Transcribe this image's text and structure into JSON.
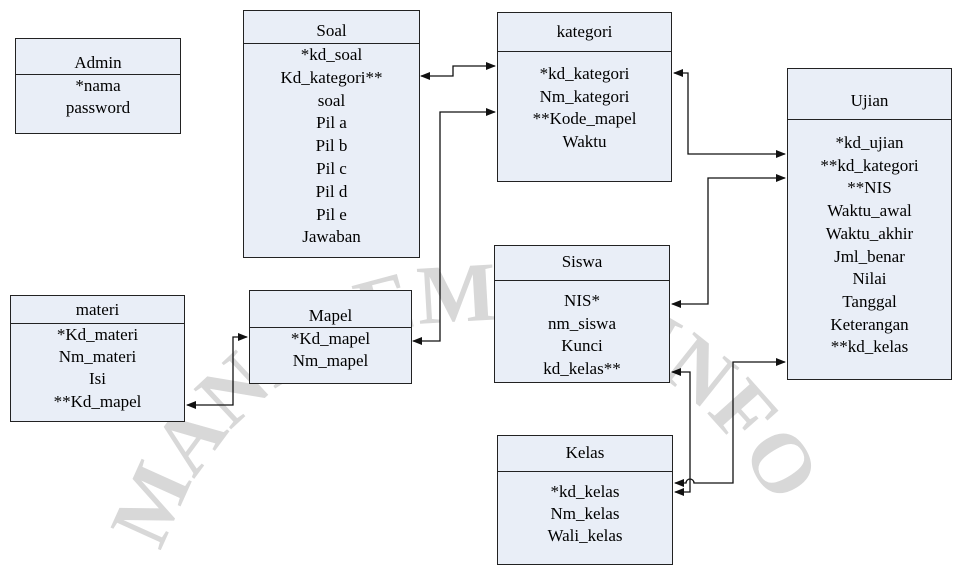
{
  "watermark": {
    "text": "MANAJEMEN INFORMATIKA"
  },
  "entities": {
    "admin": {
      "title": "Admin",
      "fields": [
        "*nama",
        "password"
      ]
    },
    "soal": {
      "title": "Soal",
      "fields": [
        "*kd_soal",
        "Kd_kategori**",
        "soal",
        "Pil a",
        "Pil b",
        "Pil c",
        "Pil d",
        "Pil e",
        "Jawaban"
      ]
    },
    "kategori": {
      "title": "kategori",
      "fields": [
        "*kd_kategori",
        "Nm_kategori",
        "**Kode_mapel",
        "Waktu"
      ]
    },
    "ujian": {
      "title": "Ujian",
      "fields": [
        "*kd_ujian",
        "**kd_kategori",
        "**NIS",
        "Waktu_awal",
        "Waktu_akhir",
        "Jml_benar",
        "Nilai",
        "Tanggal",
        "Keterangan",
        "**kd_kelas"
      ]
    },
    "siswa": {
      "title": "Siswa",
      "fields": [
        "NIS*",
        "nm_siswa",
        "Kunci",
        "kd_kelas**"
      ]
    },
    "materi": {
      "title": "materi",
      "fields": [
        "*Kd_materi",
        "Nm_materi",
        "Isi",
        "**Kd_mapel"
      ]
    },
    "mapel": {
      "title": "Mapel",
      "fields": [
        "*Kd_mapel",
        "Nm_mapel"
      ]
    },
    "kelas": {
      "title": "Kelas",
      "fields": [
        "*kd_kelas",
        "Nm_kelas",
        "Wali_kelas"
      ]
    }
  },
  "colors": {
    "entity_fill": "#e9eef7",
    "border": "#222222",
    "watermark": "#d8d8d8",
    "watermark_star": "#f0c8c8"
  }
}
